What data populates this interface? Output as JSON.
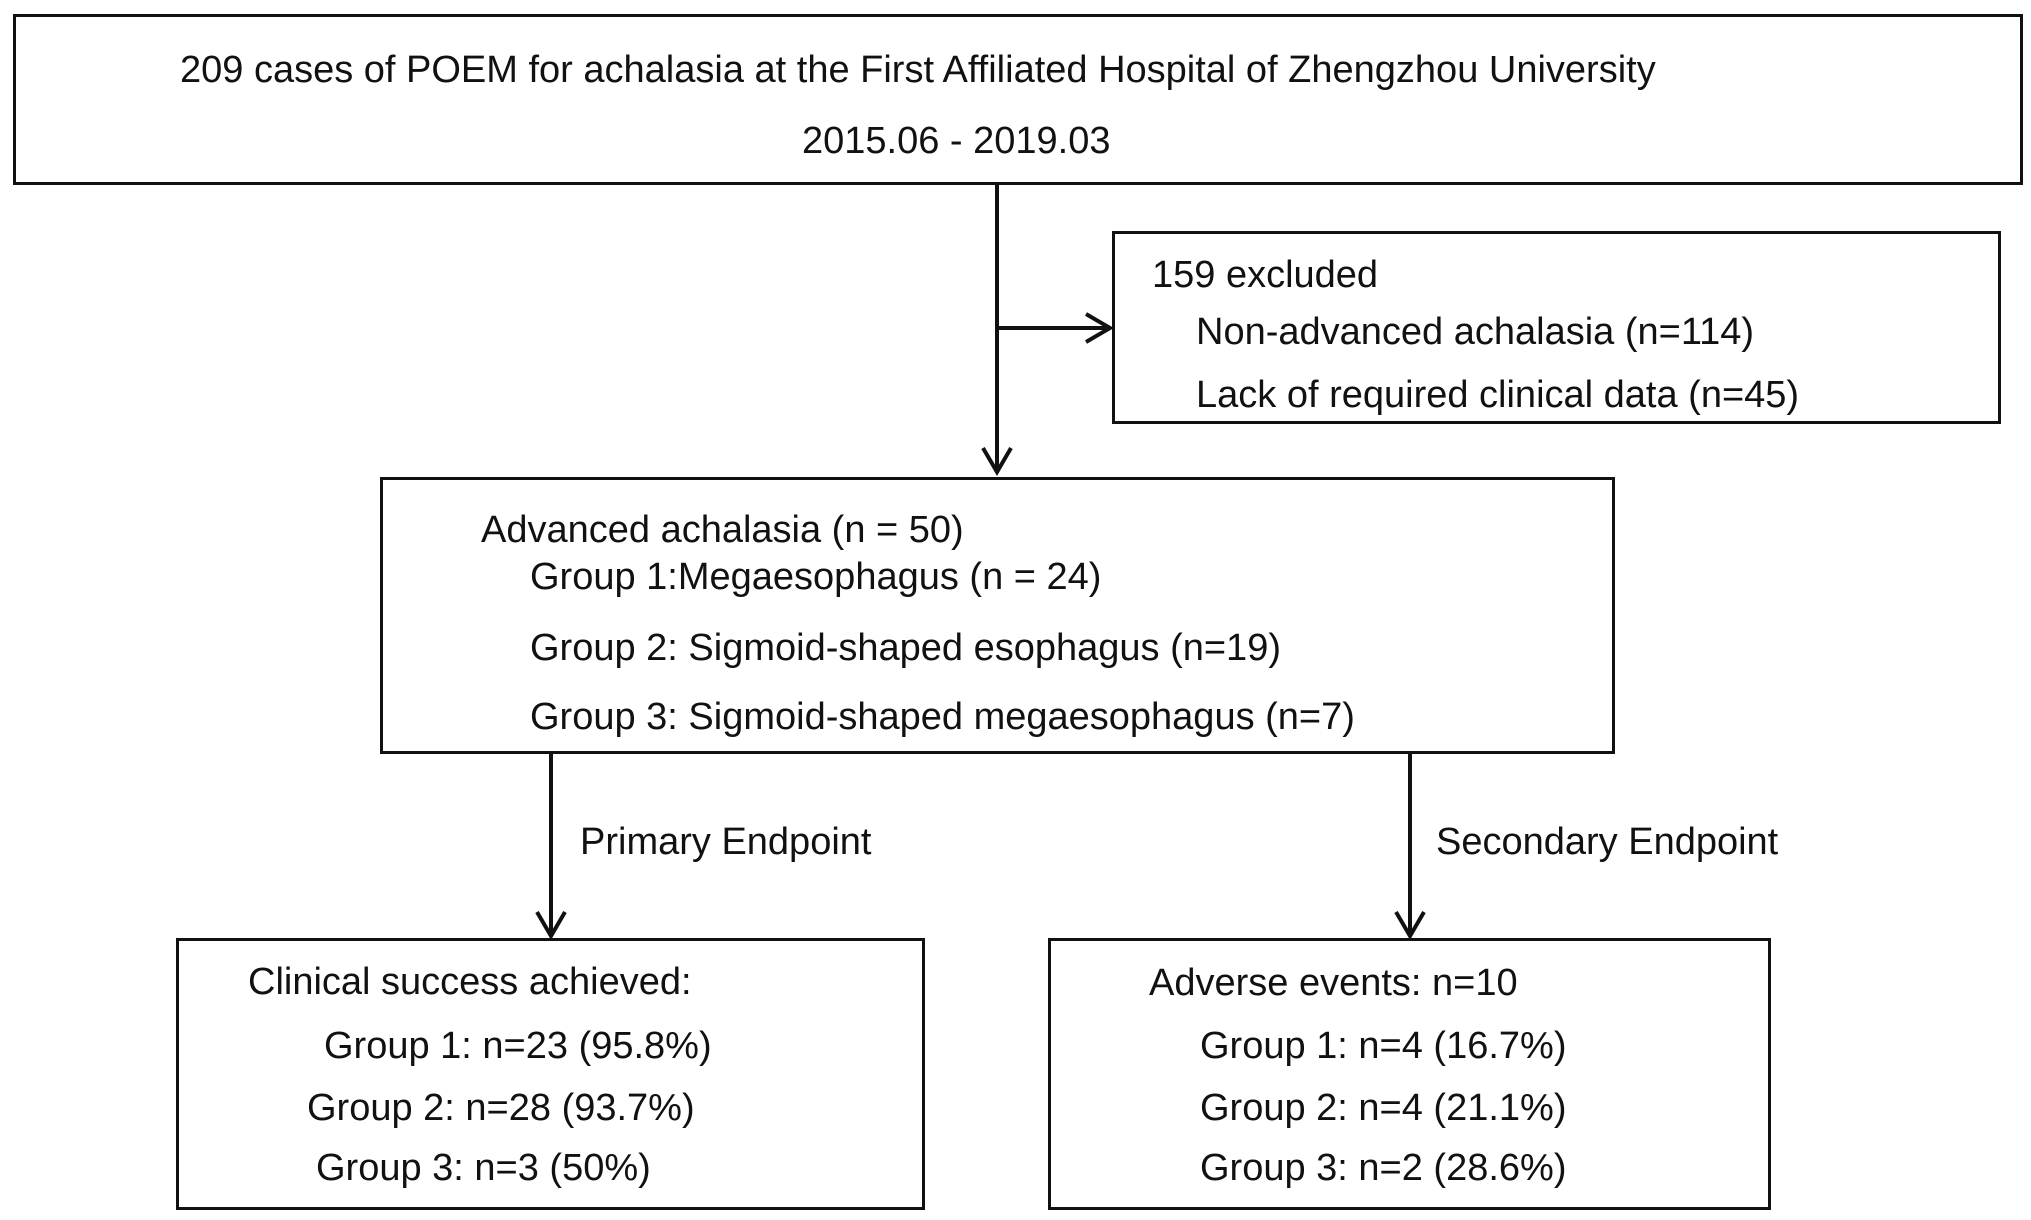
{
  "top_box": {
    "line1": "209 cases of POEM for achalasia at the First Affiliated Hospital of Zhengzhou University",
    "line2": "2015.06 - 2019.03"
  },
  "excluded_box": {
    "title": "159 excluded",
    "items": [
      "Non-advanced achalasia (n=114)",
      "Lack of required clinical data (n=45)"
    ]
  },
  "advanced_box": {
    "title": "Advanced achalasia (n = 50)",
    "groups": [
      "Group 1:Megaesophagus (n = 24)",
      "Group 2: Sigmoid-shaped esophagus (n=19)",
      "Group 3: Sigmoid-shaped megaesophagus (n=7)"
    ]
  },
  "labels": {
    "primary": "Primary Endpoint",
    "secondary": "Secondary Endpoint"
  },
  "success_box": {
    "title": "Clinical success achieved:",
    "groups": [
      "Group 1: n=23 (95.8%)",
      "Group 2: n=28 (93.7%)",
      "Group 3: n=3 (50%)"
    ]
  },
  "adverse_box": {
    "title": "Adverse events: n=10",
    "groups": [
      "Group 1: n=4 (16.7%)",
      "Group 2: n=4 (21.1%)",
      "Group 3: n=2 (28.6%)"
    ]
  }
}
